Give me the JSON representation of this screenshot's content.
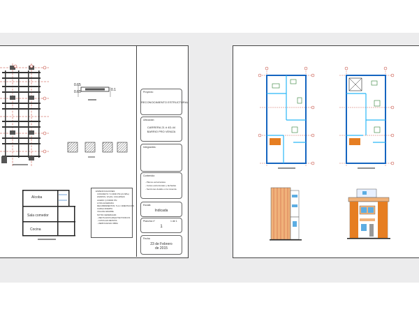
{
  "title_block": {
    "project_label": "Proyecto:",
    "project_value": "RECONOCIMIENTO ESTRUCTURAL",
    "location_label": "Ubicación:",
    "location_value": [
      "CARRERA 21 # 4D-44",
      "BARRIO PRO VENIZA"
    ],
    "drawing_label": "Integrantes:",
    "content_label": "Contenido:",
    "content_value": [
      "- Planos estructurales",
      "- Cortes estructurales y fachadas",
      "- Secciones detalle en la vivienda"
    ],
    "scale_label": "Escala",
    "scale_value": "Indicada",
    "sheet_label": "Plancha n°",
    "sheet_total": "1 de 1",
    "sheet_number": "1",
    "date_label": "Fecha",
    "date_value": [
      "23 de Febrero",
      "de 2015"
    ]
  },
  "section_rooms": [
    "Alcoba",
    "Sala comedor",
    "Cocina"
  ],
  "detail_dims": [
    "0.65",
    "0.65",
    "0.1"
  ],
  "notes": {
    "title": "ESPECIFICACIONES",
    "items": [
      "CONCRETO: f'c=3000 PSI (21 MPa)",
      "ZAPATAS, VIGAS, COLUMNAS",
      "ACERO: fy=60000 PSI",
      "LOSA ALIGERADA",
      "RECUBRIMIENTOS: 5 cm CIMENTACION",
      "CARGA MUERTA",
      "VIGA DE AMARRE",
      "NOTAS GENERALES:",
      "- VER PLANOS ARQUITECTONICOS",
      "- COTAS EN METROS",
      "- VERIFICAR EN OBRA"
    ]
  },
  "colors": {
    "sheet_border": "#444444",
    "grid_red": "#c0392b",
    "wall_blue": "#1565c0",
    "wall_cyan": "#29b6f6",
    "green_fixture": "#2e7d32",
    "roof_orange": "#e67e22",
    "window_blue": "#5dade2"
  }
}
